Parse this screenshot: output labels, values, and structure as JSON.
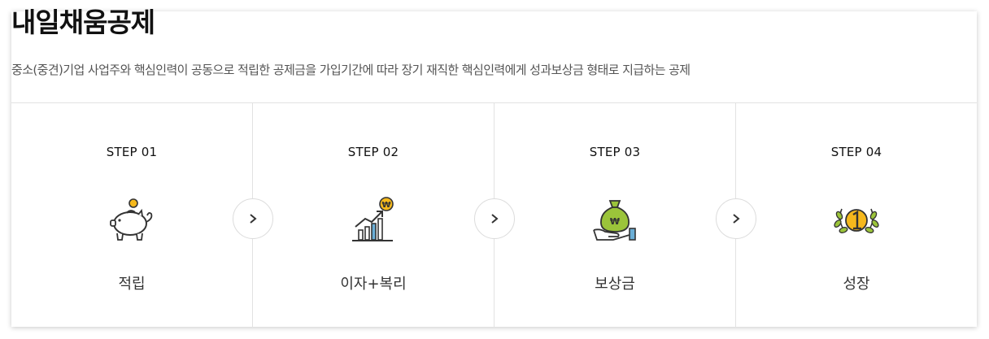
{
  "header": {
    "title": "내일채움공제",
    "subtitle": "중소(중견)기업 사업주와 핵심인력이 공동으로 적립한 공제금을 가입기간에 따라 장기 재직한 핵심인력에게 성과보상금 형태로 지급하는 공제"
  },
  "steps": [
    {
      "number": "STEP 01",
      "label": "적립",
      "icon": "piggy-bank-icon"
    },
    {
      "number": "STEP 02",
      "label": "이자+복리",
      "icon": "growth-chart-icon"
    },
    {
      "number": "STEP 03",
      "label": "보상금",
      "icon": "money-bag-hand-icon"
    },
    {
      "number": "STEP 04",
      "label": "성장",
      "icon": "laurel-number-one-icon"
    }
  ],
  "colors": {
    "accent_yellow": "#f5b81c",
    "accent_green": "#9bc43a",
    "accent_blue": "#6aaed6",
    "border": "#e2e2e2"
  }
}
